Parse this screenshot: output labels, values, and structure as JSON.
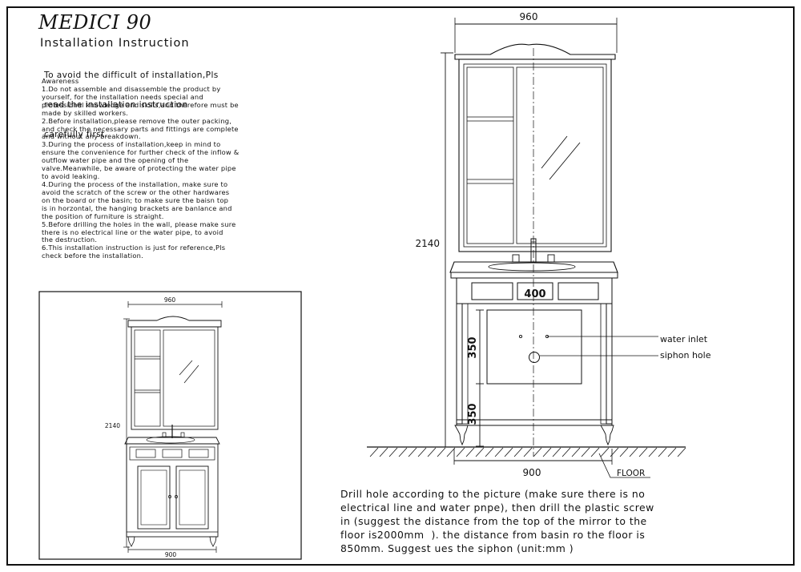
{
  "sheet": {
    "title": "MEDICI 90",
    "subtitle": "Installation Instruction",
    "intro": [
      "To avoid the difficult of installation,Pls",
      "read the installation instruction",
      "carefully first."
    ],
    "steps": [
      "Awareness",
      "1.Do not assemble and disassemble the product by",
      "yourself, for the installation needs special and",
      "professional knowledge and skills,and therefore must be",
      "made by skilled workers.",
      "2.Before installation,please remove the outer packing,",
      "and check the necessary parts and fittings are complete",
      "and without any breakdown.",
      "3.During the process of installation,keep in mind to",
      "ensure the convenience for further check of the inflow &",
      "outflow water pipe and the opening of the",
      "valve.Meanwhile, be aware of protecting the water pipe",
      "to avoid leaking.",
      "4.During the process of the installation, make sure to",
      "avoid the scratch of the screw or the other hardwares",
      "on the board or the basin; to make sure the baisn top",
      "is in horzontal, the hanging brackets are banlance and",
      "the position of furniture is straight.",
      "5.Before drilling the holes in the wall, please make sure",
      "there is no electrical line or the water pipe, to avoid",
      "the destruction.",
      "6.This installation instruction is just for reference,Pls",
      "check before the installation."
    ],
    "note": [
      "Drill hole according to the picture (make sure there is no",
      "electrical line and water pnpe), then drill the plastic screw",
      "in (suggest the distance from the top of the mirror to the",
      "floor is2000mm  ). the distance from basin ro the floor is",
      "850mm. Suggest ues the siphon (unit:mm )"
    ]
  },
  "front_view": {
    "width_top": "960",
    "height": "2140",
    "width_bottom": "900"
  },
  "install_view": {
    "width_top": "960",
    "height": "2140",
    "drawer_dim": "400",
    "dim_upper": "350",
    "dim_lower": "350",
    "width_bottom": "900",
    "water_inlet_label": "water inlet",
    "siphon_label": "siphon hole",
    "floor_label": "FLOOR"
  },
  "colors": {
    "line": "#111111",
    "background": "#ffffff"
  }
}
